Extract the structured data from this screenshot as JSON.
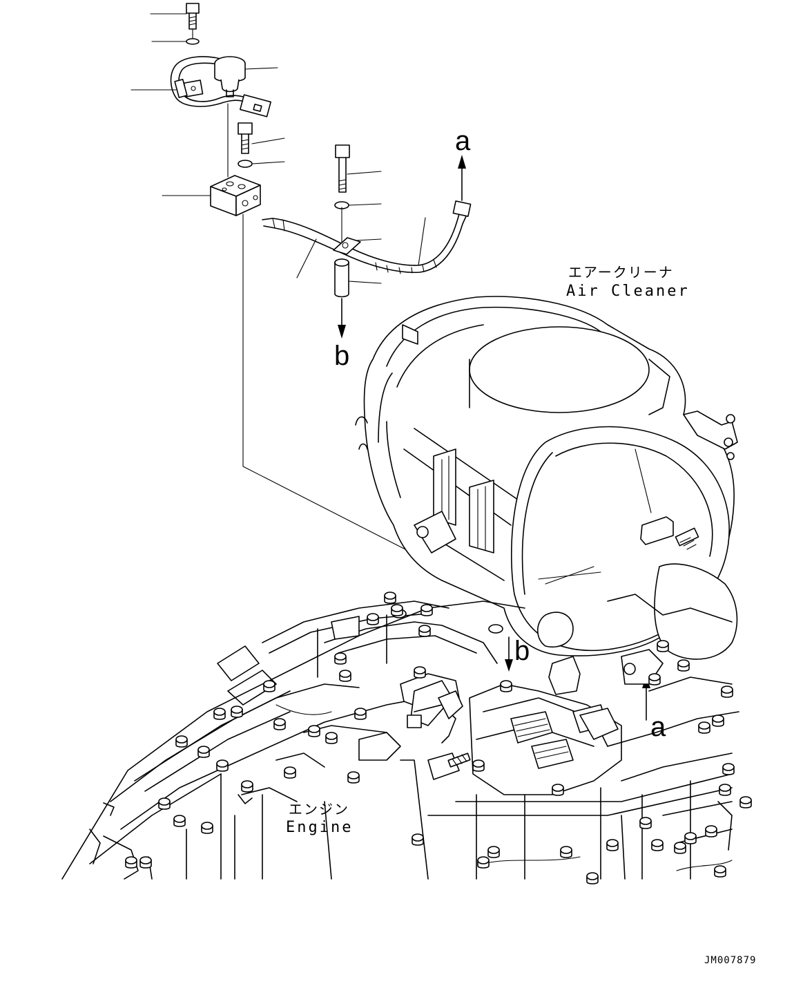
{
  "labels": {
    "air_cleaner_jp": "エアークリーナ",
    "air_cleaner_en": "Air Cleaner",
    "engine_jp": "エンジン",
    "engine_en": "Engine",
    "drawing_code": "JM007879"
  },
  "callouts": {
    "a_top": "a",
    "b_top": "b",
    "b_bottom": "b",
    "a_bottom": "a"
  }
}
